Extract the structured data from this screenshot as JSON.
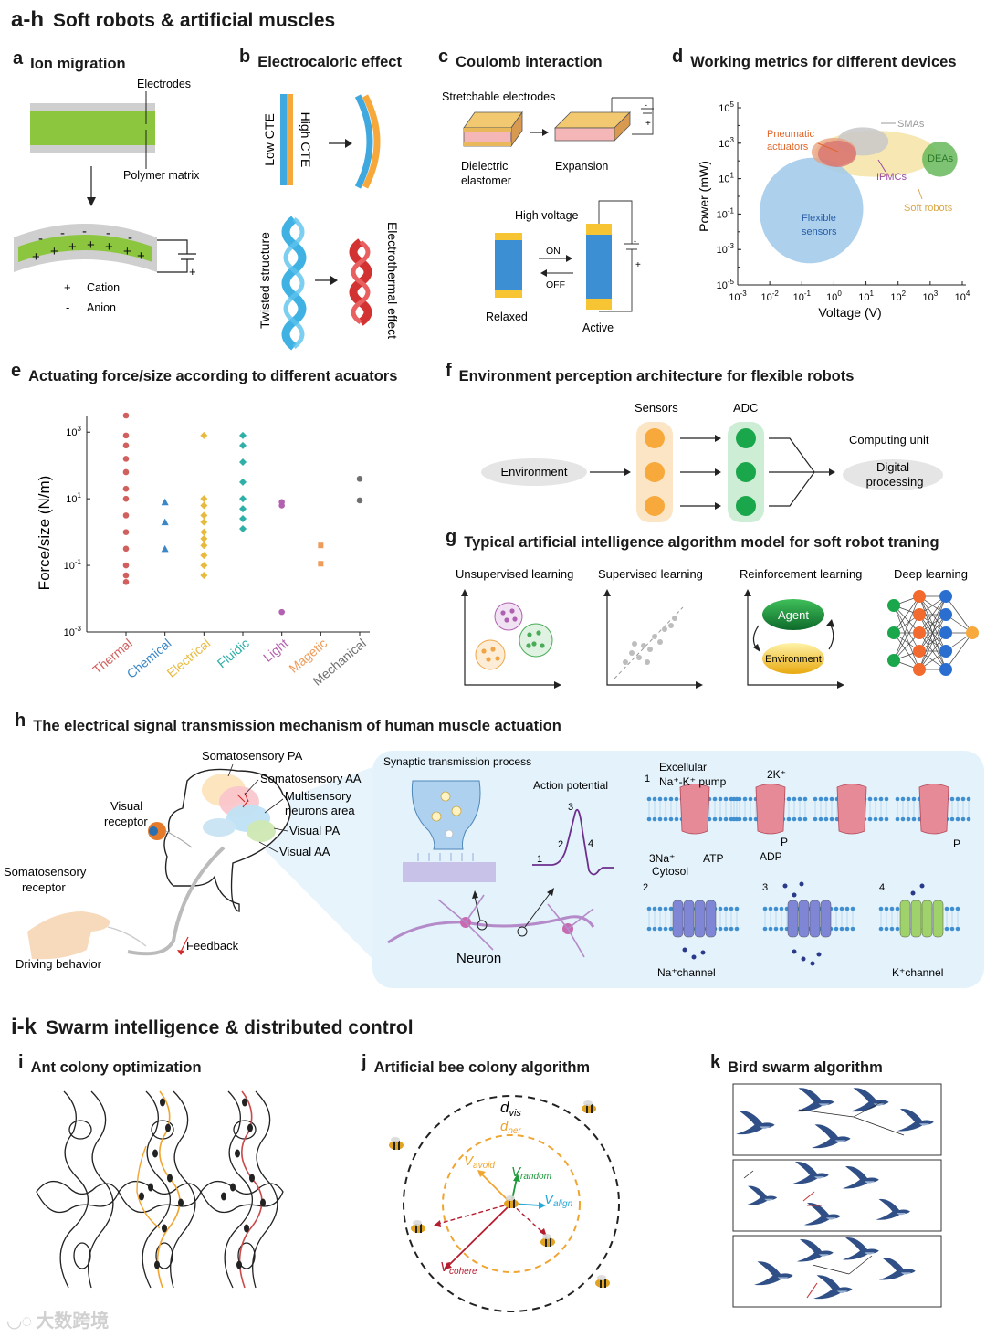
{
  "section_ah": {
    "letter": "a-h",
    "title": "Soft robots & artificial muscles"
  },
  "section_ik": {
    "letter": "i-k",
    "title": "Swarm intelligence & distributed control"
  },
  "panels": {
    "a": {
      "letter": "a",
      "title": "Ion migration",
      "electrodes": "Electrodes",
      "polymer": "Polymer matrix",
      "cation_sym": "+",
      "cation": "Cation",
      "anion_sym": "-",
      "anion": "Anion"
    },
    "b": {
      "letter": "b",
      "title": "Electrocaloric effect",
      "low_cte": "Low CTE",
      "high_cte": "High CTE",
      "twisted": "Twisted structure",
      "electrothermal": "Electrothermal effect"
    },
    "c": {
      "letter": "c",
      "title": "Coulomb interaction",
      "stretchable": "Stretchable electrodes",
      "dielectric1": "Dielectric",
      "dielectric2": "elastomer",
      "expansion": "Expansion",
      "high_voltage": "High voltage",
      "on": "ON",
      "off": "OFF",
      "relaxed": "Relaxed",
      "active": "Active"
    },
    "d": {
      "letter": "d",
      "title": "Working metrics for different devices"
    },
    "e": {
      "letter": "e",
      "title": "Actuating force/size according to different acuators"
    },
    "f": {
      "letter": "f",
      "title": "Environment perception architecture for flexible robots",
      "sensors": "Sensors",
      "adc": "ADC",
      "environment": "Environment",
      "computing": "Computing unit",
      "digital1": "Digital",
      "digital2": "processing"
    },
    "g": {
      "letter": "g",
      "title": "Typical artificial intelligence algorithm model for soft robot traning",
      "unsup": "Unsupervised learning",
      "sup": "Supervised learning",
      "rl": "Reinforcement learning",
      "dl": "Deep learning",
      "agent": "Agent",
      "env": "Environment"
    },
    "h": {
      "letter": "h",
      "title": "The electrical signal transmission mechanism of human muscle actuation",
      "somato_pa": "Somatosensory PA",
      "somato_aa": "Somatosensory AA",
      "multi1": "Multisensory",
      "multi2": "neurons area",
      "visual_pa": "Visual PA",
      "visual_aa": "Visual AA",
      "visual_receptor1": "Visual",
      "visual_receptor2": "receptor",
      "somato_receptor1": "Somatosensory",
      "somato_receptor2": "receptor",
      "driving": "Driving behavior",
      "feedback": "Feedback",
      "synaptic": "Synaptic transmission process",
      "action_potential": "Action potential",
      "neuron": "Neuron",
      "n1": "1",
      "n2": "2",
      "n3": "3",
      "n4": "4",
      "excellular": "Excellular",
      "nak_pump": "Na⁺-K⁺ pump",
      "k2": "2K⁺",
      "p": "P",
      "na3": "3Na⁺",
      "cytosol": "Cytosol",
      "atp": "ATP",
      "adp": "ADP",
      "na_channel": "Na⁺channel",
      "k_channel": "K⁺channel"
    },
    "i": {
      "letter": "i",
      "title": "Ant colony optimization"
    },
    "j": {
      "letter": "j",
      "title": "Artificial bee colony algorithm",
      "d": "d",
      "vis": "vis",
      "ner": "ner",
      "v": "V",
      "avoid": "avoid",
      "random": "random",
      "align": "align",
      "cohere": "cohere"
    },
    "k": {
      "letter": "k",
      "title": "Bird swarm algorithm"
    }
  },
  "watermark": "大数跨境",
  "chart_data": [
    {
      "type": "scatter",
      "panel": "d",
      "xlabel": "Voltage (V)",
      "ylabel": "Power (mW)",
      "log_x": true,
      "log_y": true,
      "xlim": [
        -3,
        4
      ],
      "ylim": [
        -5,
        5
      ],
      "x_ticks": [
        {
          "base": "10",
          "exp": "-3"
        },
        {
          "base": "10",
          "exp": "-2"
        },
        {
          "base": "10",
          "exp": "-1"
        },
        {
          "base": "10",
          "exp": "0"
        },
        {
          "base": "10",
          "exp": "1"
        },
        {
          "base": "10",
          "exp": "2"
        },
        {
          "base": "10",
          "exp": "3"
        },
        {
          "base": "10",
          "exp": "4"
        }
      ],
      "y_ticks": [
        {
          "base": "10",
          "exp": "5"
        },
        {
          "base": "10",
          "exp": "3"
        },
        {
          "base": "10",
          "exp": "1"
        },
        {
          "base": "10",
          "exp": "-1"
        },
        {
          "base": "10",
          "exp": "-3"
        },
        {
          "base": "10",
          "exp": "-5"
        }
      ],
      "regions": [
        {
          "name": "Soft robots",
          "color": "#f3df9a",
          "cx": 1.3,
          "cy": 2.4,
          "rx": 1.9,
          "ry": 1.3
        },
        {
          "name": "Flexible sensors",
          "color": "#9fc8ea",
          "cx": -0.7,
          "cy": -0.8,
          "rx": 1.6,
          "ry": 3.0
        },
        {
          "name": "DEAs",
          "color": "#66b85a",
          "cx": 3.3,
          "cy": 2.1,
          "rx": 0.55,
          "ry": 1.0
        },
        {
          "name": "SMAs",
          "color": "#c8c8c8",
          "cx": 0.9,
          "cy": 3.1,
          "rx": 0.8,
          "ry": 0.8
        },
        {
          "name": "Pneumatic actuators",
          "color": "#e8a080",
          "cx": 0.0,
          "cy": 2.5,
          "rx": 0.7,
          "ry": 0.8
        },
        {
          "name": "IPMCs",
          "color": "#d87070",
          "cx": 0.1,
          "cy": 2.4,
          "rx": 0.6,
          "ry": 0.75
        }
      ],
      "labels": {
        "pneumatic1": "Pneumatic",
        "pneumatic2": "actuators",
        "smas": "SMAs",
        "deas": "DEAs",
        "ipmcs": "IPMCs",
        "soft_robots": "Soft robots",
        "flex1": "Flexible",
        "flex2": "sensors"
      }
    },
    {
      "type": "scatter",
      "panel": "e",
      "ylabel": "Force/size (N/m)",
      "log_y": true,
      "ylim": [
        -3,
        3.5
      ],
      "y_ticks": [
        {
          "base": "10",
          "exp": "3"
        },
        {
          "base": "10",
          "exp": "1"
        },
        {
          "base": "10",
          "exp": "-1"
        },
        {
          "base": "10",
          "exp": "-3"
        }
      ],
      "categories": [
        "Thermal",
        "Chemical",
        "Electrical",
        "Fluidic",
        "Light",
        "Magetic",
        "Mechanical"
      ],
      "series": [
        {
          "category": "Thermal",
          "color": "#d0605e",
          "marker": "circle",
          "values": [
            3.5,
            2.9,
            2.6,
            2.2,
            1.8,
            1.3,
            1.0,
            0.5,
            0.0,
            -0.5,
            -1.0,
            -1.3,
            -1.5
          ]
        },
        {
          "category": "Chemical",
          "color": "#3a87c7",
          "marker": "triangle",
          "values": [
            0.9,
            0.3,
            -0.5
          ]
        },
        {
          "category": "Electrical",
          "color": "#e7b93e",
          "marker": "diamond",
          "values": [
            2.9,
            1.0,
            0.8,
            0.5,
            0.3,
            0.0,
            -0.2,
            -0.4,
            -0.7,
            -1.0,
            -1.3
          ]
        },
        {
          "category": "Fluidic",
          "color": "#2eafa8",
          "marker": "diamond",
          "values": [
            2.9,
            2.6,
            2.1,
            1.5,
            1.0,
            0.7,
            0.4,
            0.1
          ]
        },
        {
          "category": "Light",
          "color": "#b360b0",
          "marker": "circle",
          "values": [
            0.9,
            0.8,
            -2.4
          ]
        },
        {
          "category": "Magetic",
          "color": "#ef9b5a",
          "marker": "square",
          "values": [
            -0.4,
            -0.95
          ]
        },
        {
          "category": "Mechanical",
          "color": "#6f6f6f",
          "marker": "circle",
          "values": [
            1.6,
            0.95
          ]
        }
      ]
    }
  ]
}
